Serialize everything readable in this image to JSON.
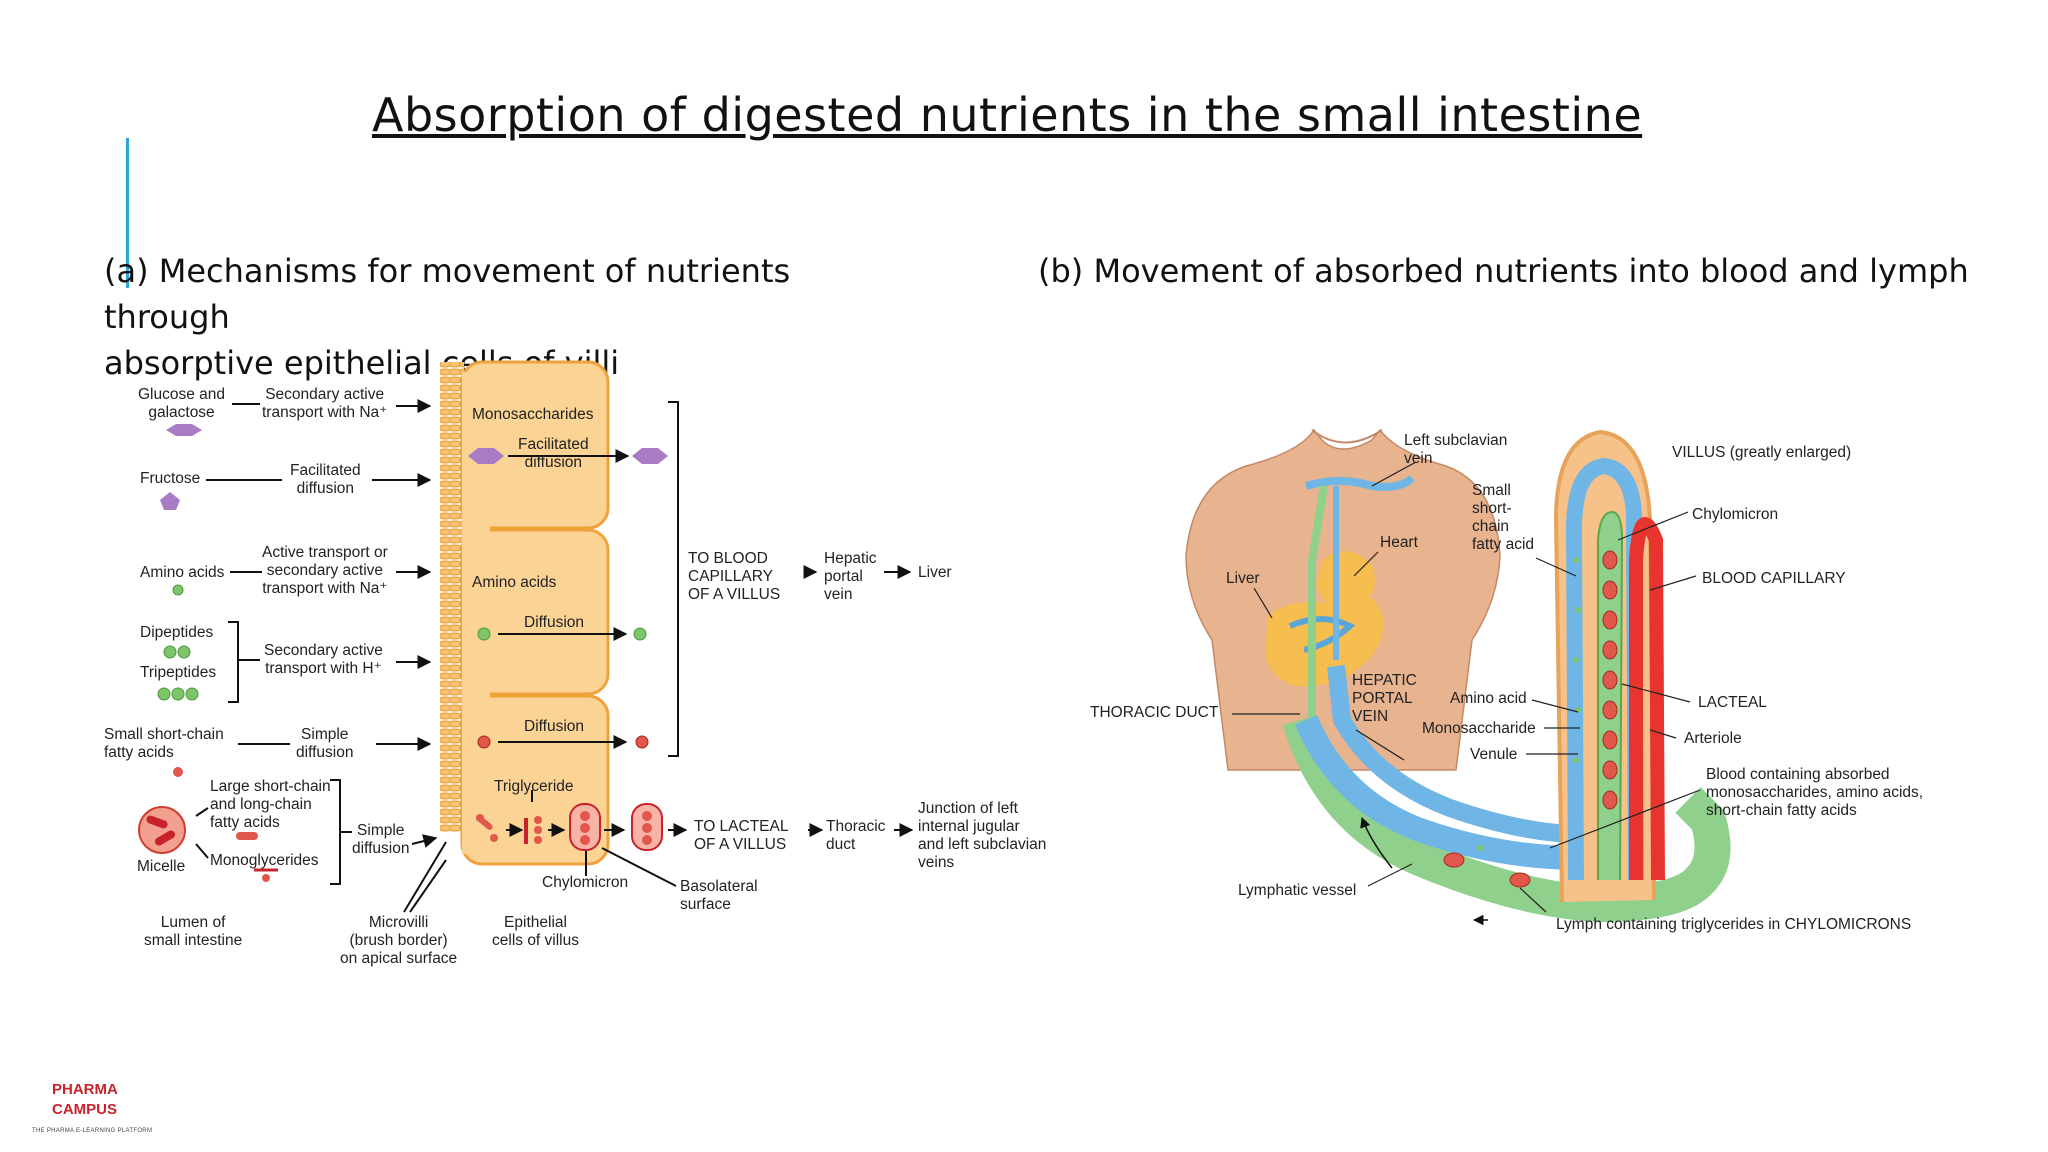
{
  "slide": {
    "title": "Absorption of digested nutrients in the small intestine",
    "accent_color": "#29a6d8"
  },
  "panel_a": {
    "heading_line1": "(a) Mechanisms for movement of nutrients through",
    "heading_line2": "absorptive epithelial cells of villi",
    "nutrients": {
      "glucose": "Glucose and\ngalactose",
      "fructose": "Fructose",
      "amino": "Amino acids",
      "dipeptides": "Dipeptides",
      "tripeptides": "Tripeptides",
      "scfa": "Small short-chain\nfatty acids",
      "lcfa": "Large short-chain\nand long-chain\nfatty acids",
      "monoglycerides": "Monoglycerides",
      "micelle": "Micelle"
    },
    "mechanisms": {
      "sec_na": "Secondary active\ntransport with Na⁺",
      "fac": "Facilitated\ndiffusion",
      "active_na": "Active transport or\nsecondary active\ntransport with Na⁺",
      "sec_h": "Secondary active\ntransport with H⁺",
      "simple1": "Simple\ndiffusion",
      "simple2": "Simple\ndiffusion"
    },
    "cell_labels": {
      "mono": "Monosaccharides",
      "fac": "Facilitated\ndiffusion",
      "amino": "Amino acids",
      "diff1": "Diffusion",
      "diff2": "Diffusion",
      "trig": "Triglyceride",
      "chylo": "Chylomicron"
    },
    "outputs": {
      "blood": "TO BLOOD\nCAPILLARY\nOF A VILLUS",
      "hepatic": "Hepatic\nportal\nvein",
      "liver": "Liver",
      "lacteal": "TO LACTEAL\nOF A VILLUS",
      "thoracic": "Thoracic\nduct",
      "junction": "Junction of left\ninternal jugular\nand left subclavian\nveins"
    },
    "bottom": {
      "lumen": "Lumen of\nsmall intestine",
      "microvilli": "Microvilli\n(brush border)\non apical surface",
      "epithelial": "Epithelial\ncells of villus",
      "basolateral": "Basolateral\nsurface"
    }
  },
  "panel_b": {
    "heading": "(b) Movement of absorbed nutrients into blood and lymph",
    "labels": {
      "left_subclavian": "Left subclavian\nvein",
      "heart": "Heart",
      "liver": "Liver",
      "thoracic_duct": "THORACIC DUCT",
      "hepatic_portal": "HEPATIC\nPORTAL\nVEIN",
      "amino": "Amino acid",
      "mono": "Monosaccharide",
      "venule": "Venule",
      "scfa": "Small\nshort-\nchain\nfatty acid",
      "villus": "VILLUS (greatly enlarged)",
      "chylomicron": "Chylomicron",
      "blood_cap": "BLOOD CAPILLARY",
      "lacteal": "LACTEAL",
      "arteriole": "Arteriole",
      "blood_containing": "Blood containing absorbed\nmonosaccharides, amino acids,\nshort-chain fatty acids",
      "lymphatic": "Lymphatic vessel",
      "lymph": "Lymph containing triglycerides in CHYLOMICRONS"
    }
  },
  "logo": {
    "line1": "PHARMA",
    "line2": "CAMPUS",
    "tagline": "THE PHARMA E-LEARNING PLATFORM",
    "color": "#c8232c"
  },
  "colors": {
    "cell_fill": "#fbd394",
    "cell_border": "#f0a23a",
    "hexagon": "#a87bc4",
    "green_dot": "#7dc46a",
    "red_dot": "#e2574c",
    "blood": "#e8342e",
    "lymph": "#8ed08c",
    "vein": "#6fb6e6"
  }
}
